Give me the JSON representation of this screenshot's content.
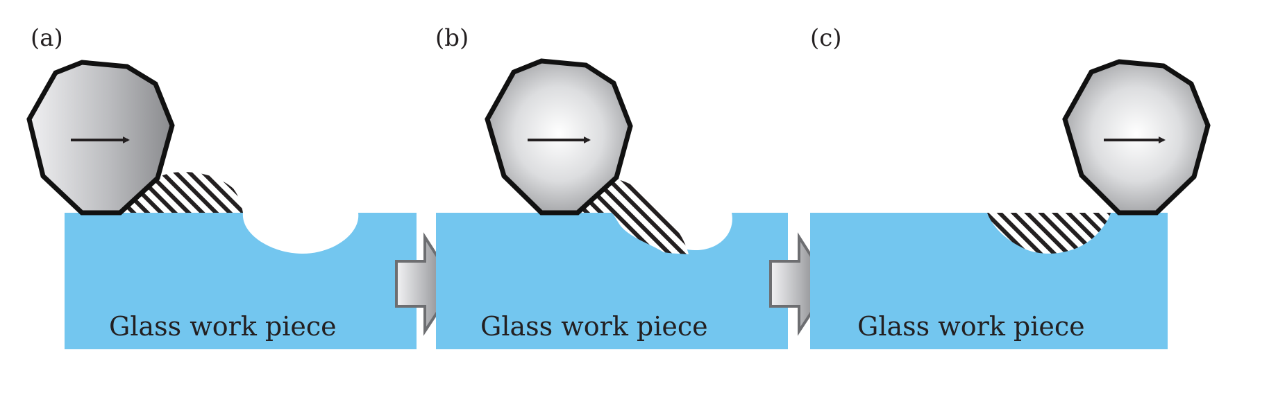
{
  "colors": {
    "glass": "#73c6ef",
    "outline": "#111111",
    "arrow_outline": "#6d6e71",
    "text": "#231f20"
  },
  "icons": {
    "tool": "polygon-grinding-tool-icon",
    "motion": "right-arrow-icon",
    "transition": "right-block-arrow-icon",
    "chip": "hatched-chip-icon"
  },
  "panels": [
    {
      "label": "(a)",
      "caption": "Glass work piece"
    },
    {
      "label": "(b)",
      "caption": "Glass work piece"
    },
    {
      "label": "(c)",
      "caption": "Glass work piece"
    }
  ]
}
